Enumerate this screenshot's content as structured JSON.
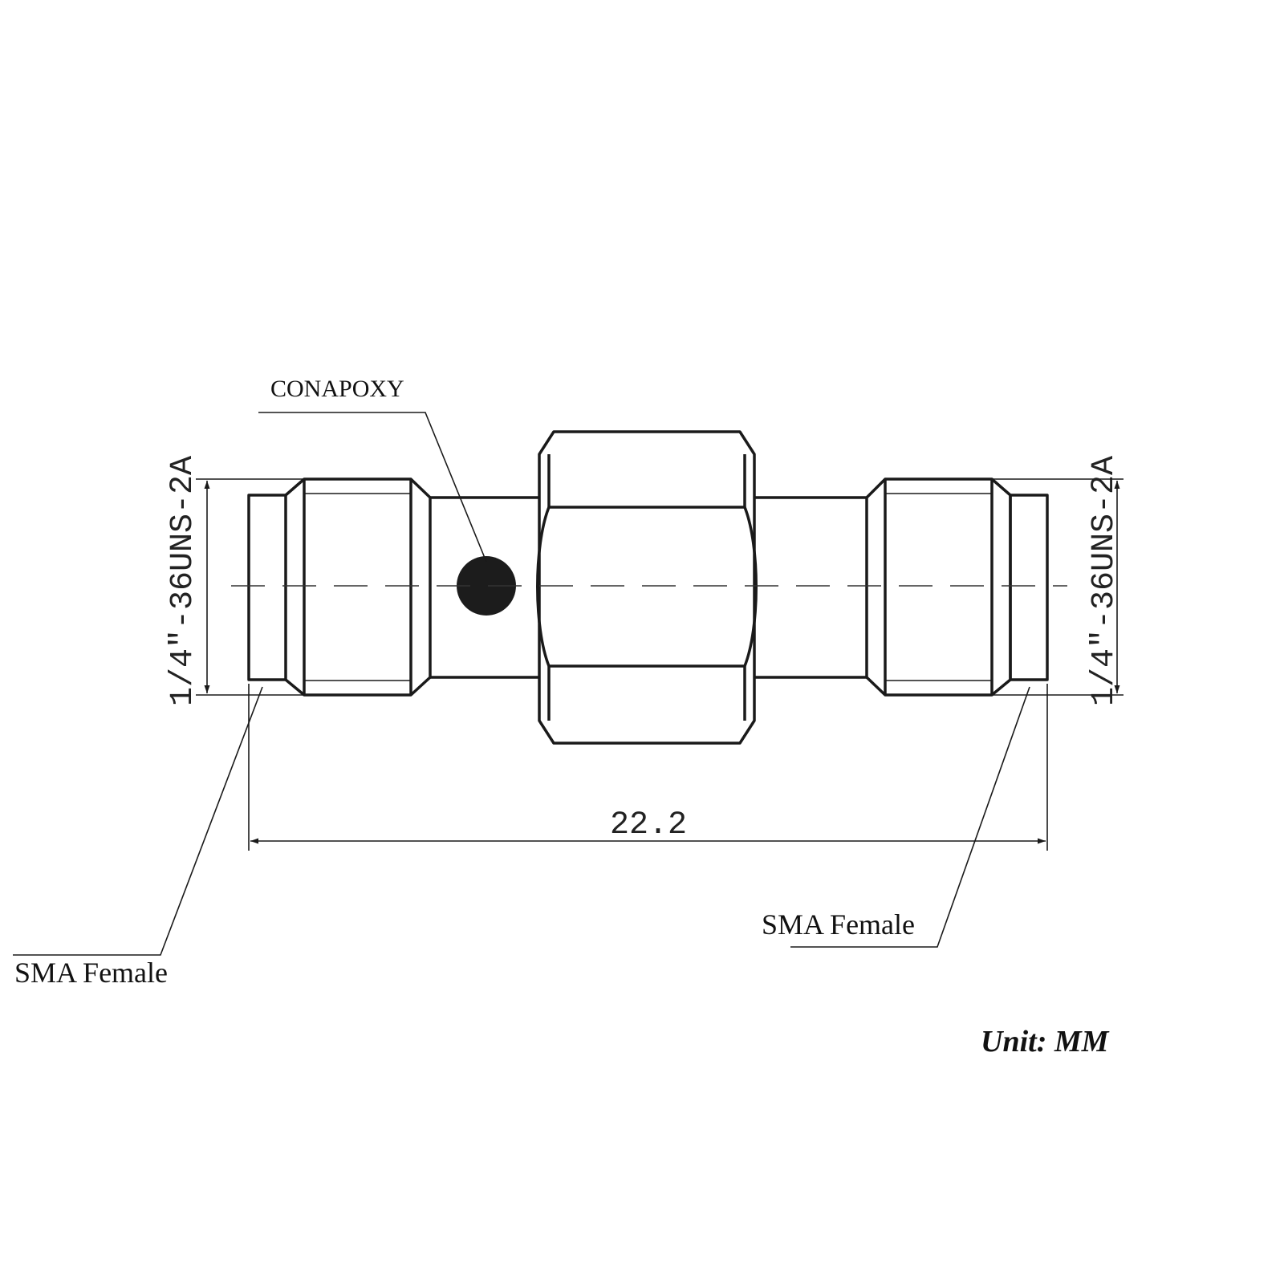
{
  "labels": {
    "epoxy": "CONAPOXY",
    "thread_left": "1/4\"-36UNS-2A",
    "thread_right": "1/4\"-36UNS-2A",
    "length": "22.2",
    "left_connector": "SMA Female",
    "right_connector": "SMA Female",
    "unit": "Unit: MM"
  },
  "colors": {
    "line": "#1a1a1a",
    "epoxy_dot": "#1c1c1c"
  }
}
